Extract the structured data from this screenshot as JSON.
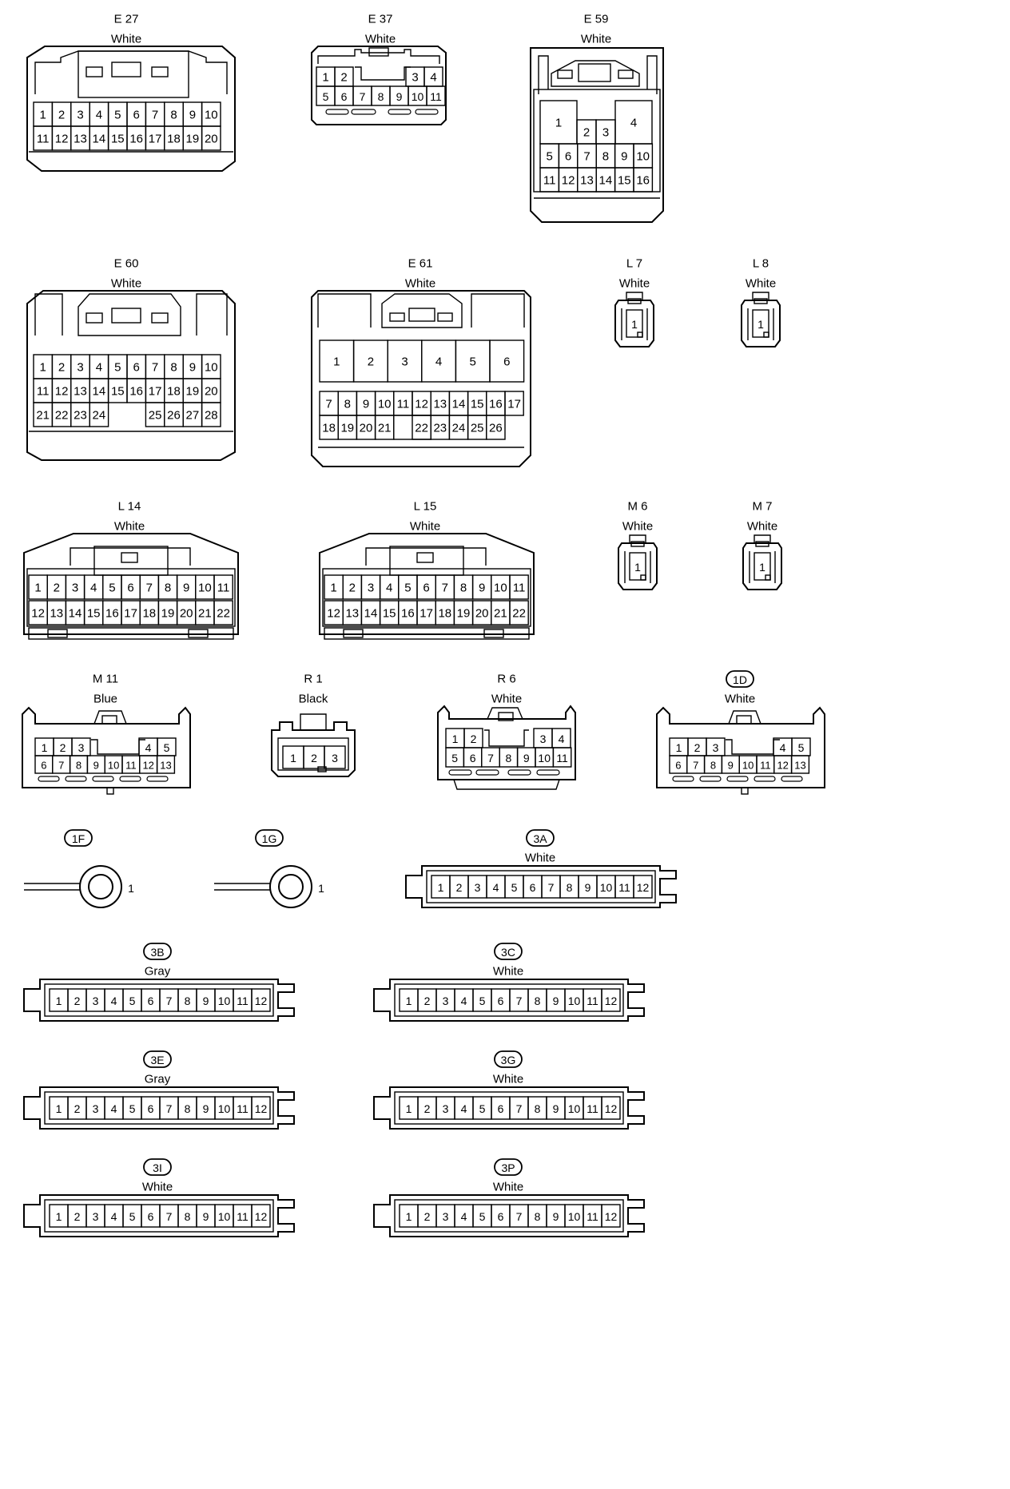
{
  "connectors": [
    {
      "id": "E 27",
      "color": "White"
    },
    {
      "id": "E 37",
      "color": "White"
    },
    {
      "id": "E 59",
      "color": "White"
    },
    {
      "id": "E 60",
      "color": "White"
    },
    {
      "id": "E 61",
      "color": "White"
    },
    {
      "id": "L 7",
      "color": "White"
    },
    {
      "id": "L 8",
      "color": "White"
    },
    {
      "id": "L 14",
      "color": "White"
    },
    {
      "id": "L 15",
      "color": "White"
    },
    {
      "id": "M 6",
      "color": "White"
    },
    {
      "id": "M 7",
      "color": "White"
    },
    {
      "id": "M 11",
      "color": "Blue"
    },
    {
      "id": "R 1",
      "color": "Black"
    },
    {
      "id": "R 6",
      "color": "White"
    },
    {
      "id": "1D",
      "color": "White"
    },
    {
      "id": "1F",
      "color": "",
      "pin_label": "1"
    },
    {
      "id": "1G",
      "color": "",
      "pin_label": "1"
    },
    {
      "id": "3A",
      "color": "White"
    },
    {
      "id": "3B",
      "color": "Gray"
    },
    {
      "id": "3C",
      "color": "White"
    },
    {
      "id": "3E",
      "color": "Gray"
    },
    {
      "id": "3G",
      "color": "White"
    },
    {
      "id": "3I",
      "color": "White"
    },
    {
      "id": "3P",
      "color": "White"
    }
  ]
}
